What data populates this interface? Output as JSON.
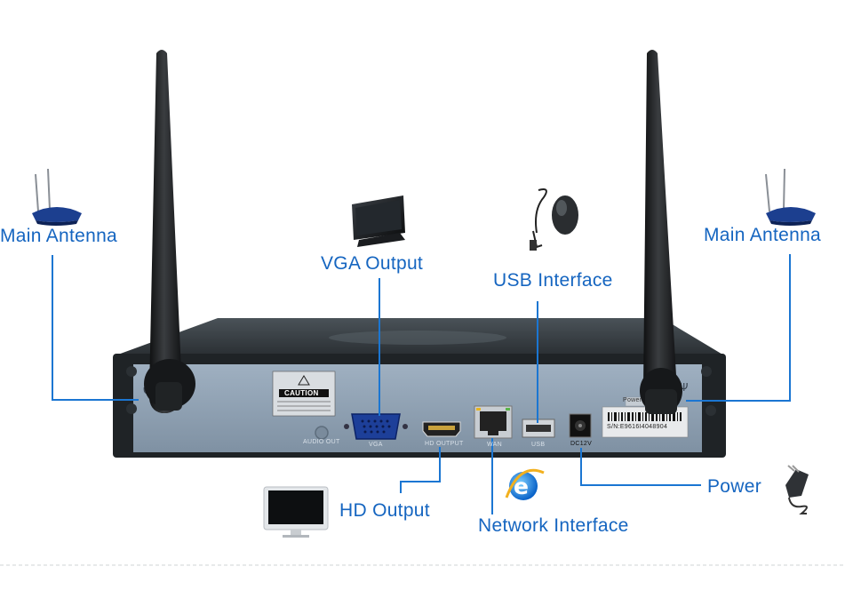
{
  "labels": {
    "main_antenna_left": "Main Antenna",
    "main_antenna_right": "Main Antenna",
    "vga_output": "VGA Output",
    "usb_interface": "USB Interface",
    "hd_output": "HD Output",
    "network_interface": "Network Interface",
    "power": "Power"
  },
  "panel": {
    "caution": "CAUTION",
    "audio_out": "AUDIO OUT",
    "vga": "VGA",
    "hd_output": "HD OUTPUT",
    "wan": "WAN",
    "usb": "USB",
    "dc12v": "DC12V",
    "serial": "S/N:E9616I4048904",
    "power_small": "Power"
  },
  "colors": {
    "label_blue": "#1565c0",
    "line_blue": "#1b76d2",
    "panel_face": "#8c9eb0",
    "chassis": "#1f2326"
  },
  "icons": [
    "router-icon",
    "tv-icon",
    "mouse-icon",
    "monitor-icon",
    "ie-browser-icon",
    "power-adapter-icon"
  ]
}
